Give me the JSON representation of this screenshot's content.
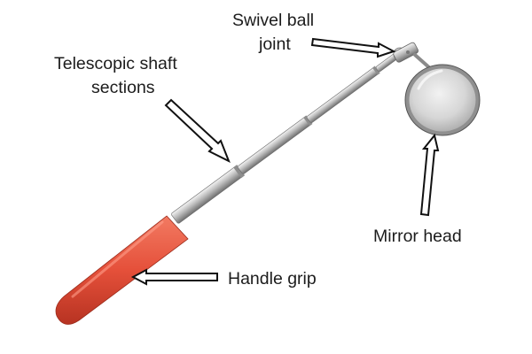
{
  "diagram": {
    "labels": {
      "swivel_line1": "Swivel ball",
      "swivel_line2": "joint",
      "shaft_line1": "Telescopic shaft",
      "shaft_line2": "sections",
      "mirror": "Mirror head",
      "handle": "Handle grip"
    },
    "colors": {
      "grip": "#e8553e",
      "grip_shadow": "#b93424",
      "chrome": "#c9c9c9",
      "chrome_dark": "#7a7a7a",
      "mirror_face": "#d9d9d9",
      "arrow_fill": "#ffffff",
      "arrow_stroke": "#111111"
    }
  }
}
